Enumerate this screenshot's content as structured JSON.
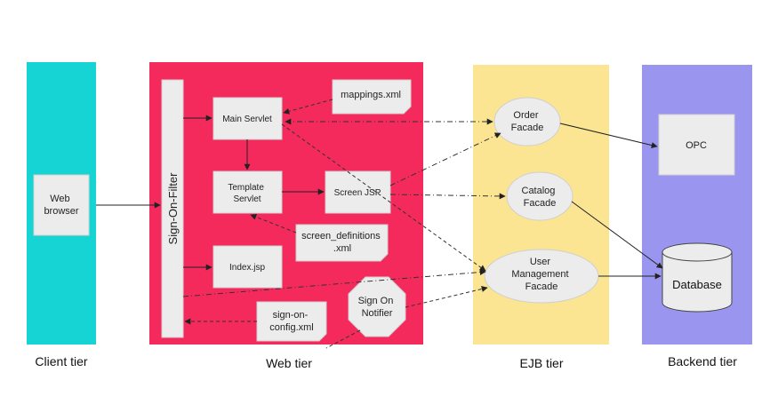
{
  "tiers": {
    "client": "Client tier",
    "web": "Web tier",
    "ejb": "EJB tier",
    "backend": "Backend tier"
  },
  "client": {
    "browser": [
      "Web",
      "browser"
    ]
  },
  "web": {
    "filter": "Sign-On-Filter",
    "main_servlet": "Main Servlet",
    "mappings": "mappings.xml",
    "template_servlet": [
      "Template",
      "Servlet"
    ],
    "screen_jsp": "Screen JSP",
    "screen_definitions": [
      "screen_definitions",
      ".xml"
    ],
    "index": "Index.jsp",
    "sign_on_config": [
      "sign-on-",
      "config.xml"
    ],
    "sign_on_notifier": [
      "Sign On",
      "Notifier"
    ]
  },
  "ejb": {
    "order_facade": [
      "Order",
      "Facade"
    ],
    "catalog_facade": [
      "Catalog",
      "Facade"
    ],
    "user_facade": [
      "User",
      "Management",
      "Facade"
    ]
  },
  "backend": {
    "opc": "OPC",
    "database": "Database"
  },
  "colors": {
    "client_tier": "#17d4d4",
    "web_tier": "#f42a5c",
    "ejb_tier": "#fbe592",
    "backend_tier": "#9a96f0",
    "box": "#ececec",
    "box_border": "#bdbdbd"
  }
}
